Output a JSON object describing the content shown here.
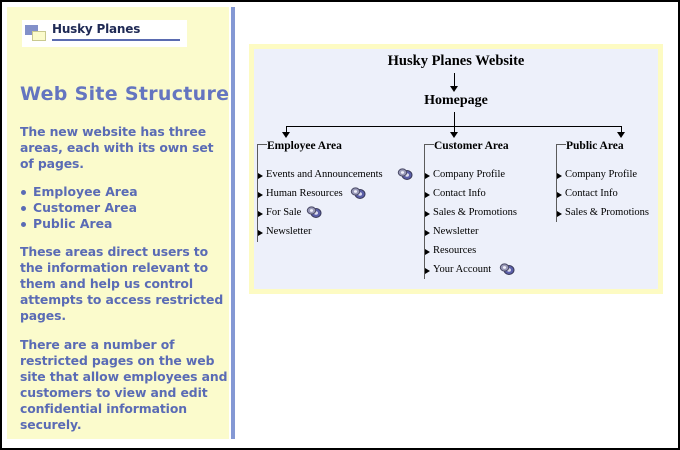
{
  "page": {
    "background": "#ffffff",
    "sidebar_bg": "#fbfbcc",
    "sidebar_text_color": "#5a6bb5",
    "heading_color": "#6475c0",
    "divider_color": "#8498d4",
    "diagram_bg": "#edf0fa",
    "diagram_border": "#fdfbc3"
  },
  "sidebar": {
    "logo": {
      "text": "Husky Planes",
      "icon": "two-squares-logo-icon"
    },
    "heading": "Web Site Structure",
    "paragraph_1": "The new website has three areas, each with its own set of pages.",
    "bullets": [
      "Employee Area",
      "Customer Area",
      "Public Area"
    ],
    "paragraph_2": "These areas direct users to the information relevant to them and help us control attempts to access restricted pages.",
    "paragraph_3": "There are a number of restricted pages on the web site that allow employees and customers to view and edit confidential information securely."
  },
  "diagram": {
    "title": "Husky Planes Website",
    "root": "Homepage",
    "columns": [
      {
        "header": "Employee Area",
        "items": [
          {
            "label": "Events and Announcements",
            "secure": true
          },
          {
            "label": "Human Resources",
            "secure": true
          },
          {
            "label": "For Sale",
            "secure": true
          },
          {
            "label": "Newsletter",
            "secure": false
          }
        ]
      },
      {
        "header": "Customer Area",
        "items": [
          {
            "label": "Company Profile",
            "secure": false
          },
          {
            "label": "Contact Info",
            "secure": false
          },
          {
            "label": "Sales & Promotions",
            "secure": false
          },
          {
            "label": "Newsletter",
            "secure": false
          },
          {
            "label": "Resources",
            "secure": false
          },
          {
            "label": "Your Account",
            "secure": true
          }
        ]
      },
      {
        "header": "Public Area",
        "items": [
          {
            "label": "Company Profile",
            "secure": false
          },
          {
            "label": "Contact Info",
            "secure": false
          },
          {
            "label": "Sales & Promotions",
            "secure": false
          }
        ]
      }
    ],
    "secure_icon_name": "linked-rings-secure-icon"
  }
}
